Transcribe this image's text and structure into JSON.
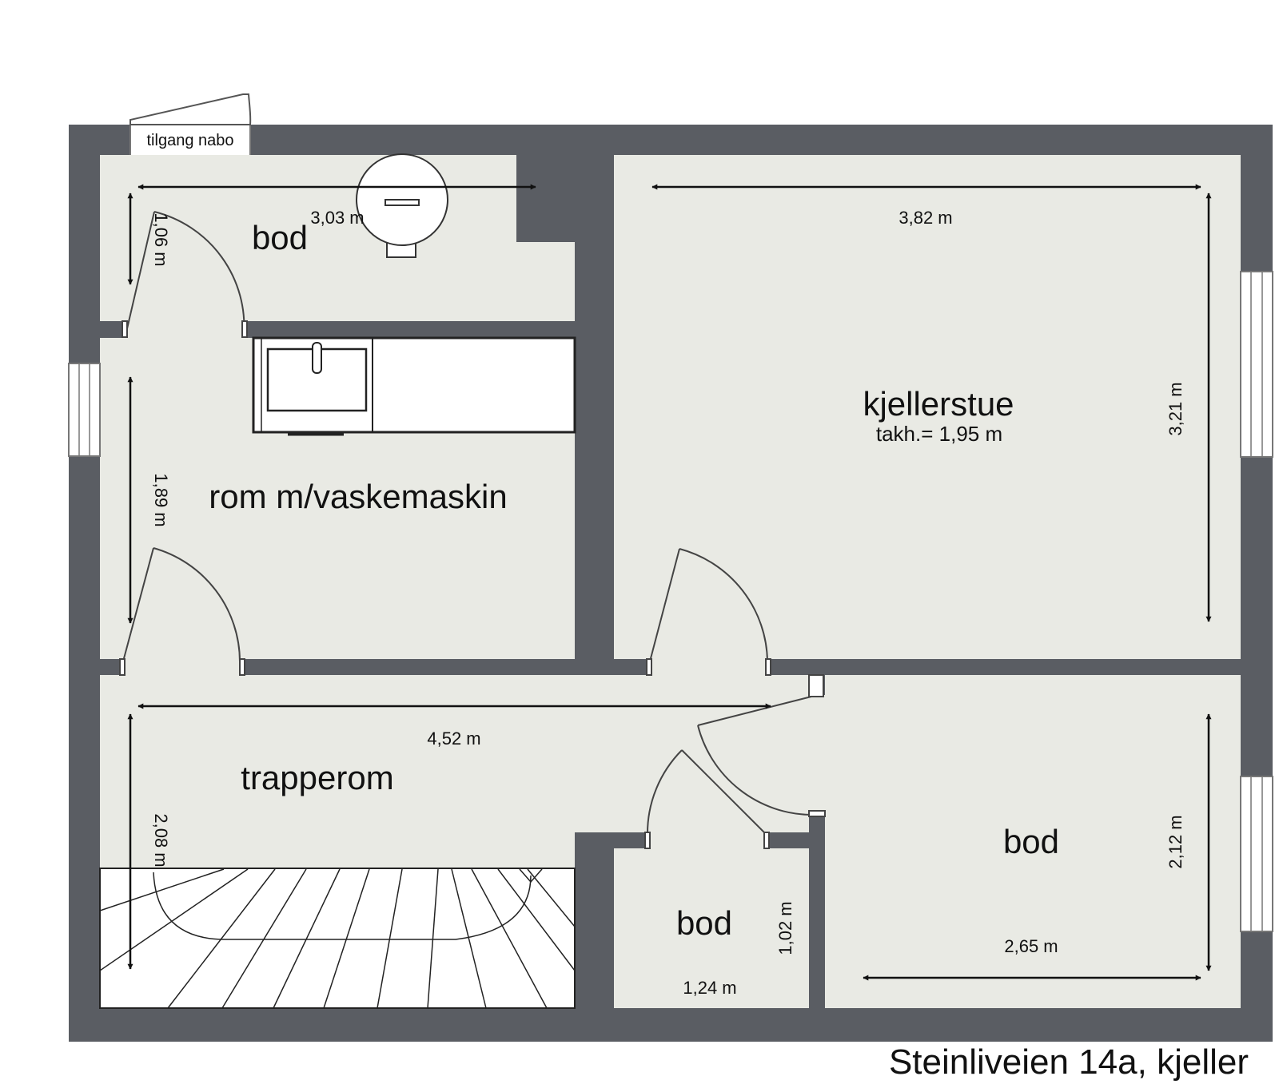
{
  "plan": {
    "rooms": {
      "bod_top": "bod",
      "vaskerom": "rom m/vaskemaskin",
      "kjellerstue": "kjellerstue",
      "kjellerstue_height": "takh.= 1,95 m",
      "trapperom": "trapperom",
      "bod_small": "bod",
      "bod_right": "bod"
    },
    "access_label": "tilgang nabo",
    "dimensions": {
      "bod_top_width": "3,03 m",
      "bod_top_depth": "1,06 m",
      "kjellerstue_width": "3,82 m",
      "kjellerstue_depth": "3,21 m",
      "vaskerom_depth": "1,89 m",
      "trapperom_width": "4,52 m",
      "trapperom_depth": "2,08 m",
      "bod_small_width": "1,24 m",
      "bod_small_depth": "1,02 m",
      "bod_right_width": "2,65 m",
      "bod_right_depth": "2,12 m"
    },
    "colors": {
      "wall": "#5a5d63",
      "floor": "#e9eae4",
      "fixture": "#ffffff",
      "line": "#111111"
    }
  },
  "caption": "Steinliveien 14a, kjeller"
}
